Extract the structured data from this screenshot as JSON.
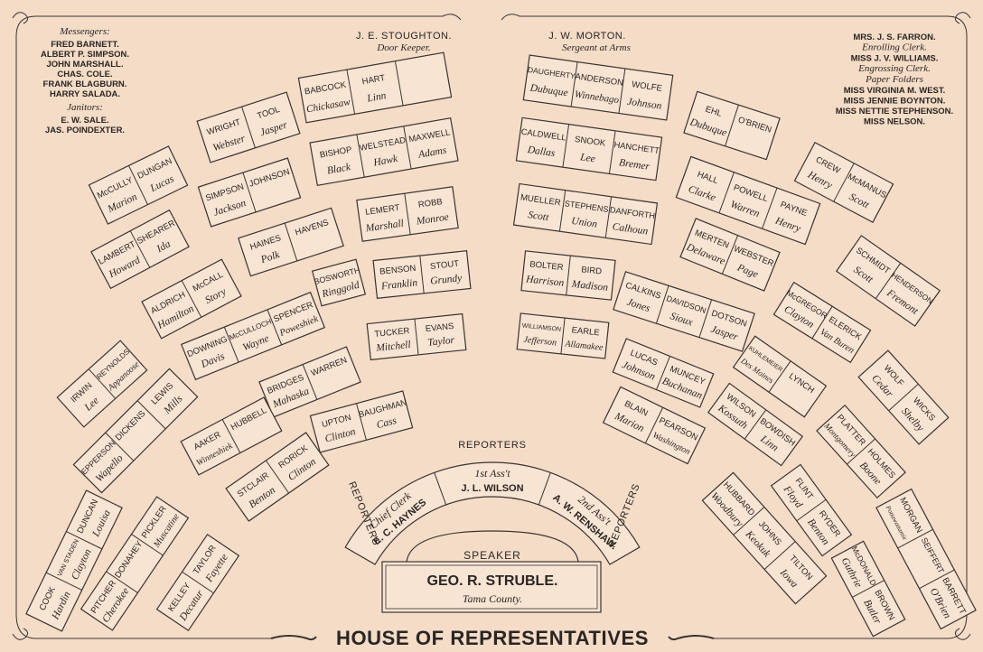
{
  "officers": {
    "doorkeeper": {
      "name": "J. E. STOUGHTON.",
      "title": "Door Keeper."
    },
    "sergeant": {
      "name": "J. W. MORTON.",
      "title": "Sergeant at Arms"
    }
  },
  "messengers": {
    "heading": "Messengers:",
    "names": [
      "FRED BARNETT.",
      "ALBERT P. SIMPSON.",
      "JOHN MARSHALL.",
      "CHAS. COLE.",
      "FRANK BLAGBURN.",
      "HARRY SALADA."
    ],
    "janitors_heading": "Janitors:",
    "janitors": [
      "E. W. SALE.",
      "JAS. POINDEXTER."
    ]
  },
  "clerks": {
    "lines": [
      {
        "text": "MRS. J. S. FARRON.",
        "style": "caps"
      },
      {
        "text": "Enrolling Clerk.",
        "style": "italic"
      },
      {
        "text": "MISS J. V. WILLIAMS.",
        "style": "caps"
      },
      {
        "text": "Engrossing Clerk.",
        "style": "italic"
      },
      {
        "text": "Paper Folders",
        "style": "italic"
      },
      {
        "text": "MISS VIRGINIA M. WEST.",
        "style": "caps"
      },
      {
        "text": "MISS JENNIE BOYNTON.",
        "style": "caps"
      },
      {
        "text": "MISS NETTIE STEPHENSON.",
        "style": "caps"
      },
      {
        "text": "MISS NELSON.",
        "style": "caps"
      }
    ]
  },
  "reporters": {
    "top": "REPORTERS",
    "left": "REPORTERS",
    "right": "REPORTERS"
  },
  "clerk_desk": [
    {
      "title": "Chief Clerk",
      "name": "E. C. HAYNES"
    },
    {
      "title": "1st Ass't",
      "name": "J. L. WILSON"
    },
    {
      "title": "2nd Ass't",
      "name": "A. W. RENSHAW."
    }
  ],
  "speaker": {
    "heading": "SPEAKER",
    "name": "GEO. R. STRUBLE.",
    "county": "Tama County."
  },
  "footer": {
    "title": "HOUSE OF REPRESENTATIVES"
  },
  "groups": [
    {
      "id": "g1",
      "seats": [
        {
          "name": "BABCOCK",
          "county": "Chickasaw"
        },
        {
          "name": "HART",
          "county": "Linn"
        },
        {
          "name": "",
          "county": ""
        }
      ]
    },
    {
      "id": "g2",
      "seats": [
        {
          "name": "WRIGHT",
          "county": "Webster"
        },
        {
          "name": "TOOL",
          "county": "Jasper"
        }
      ]
    },
    {
      "id": "g3",
      "seats": [
        {
          "name": "McCULLY",
          "county": "Marion"
        },
        {
          "name": "DUNGAN",
          "county": "Lucas"
        }
      ]
    },
    {
      "id": "g4",
      "seats": [
        {
          "name": "BISHOP",
          "county": "Black"
        },
        {
          "name": "WELSTEAD",
          "county": "Hawk"
        },
        {
          "name": "MAXWELL",
          "county": "Adams"
        }
      ]
    },
    {
      "id": "g5",
      "seats": [
        {
          "name": "SIMPSON",
          "county": "Jackson"
        },
        {
          "name": "JOHNSON",
          "county": ""
        }
      ]
    },
    {
      "id": "g6",
      "seats": [
        {
          "name": "LAMBERT",
          "county": "Howard"
        },
        {
          "name": "SHEARER",
          "county": "Ida"
        }
      ]
    },
    {
      "id": "g7",
      "seats": [
        {
          "name": "LEMERT",
          "county": "Marshall"
        },
        {
          "name": "ROBB",
          "county": "Monroe"
        }
      ]
    },
    {
      "id": "g8",
      "seats": [
        {
          "name": "HAINES",
          "county": "Polk"
        },
        {
          "name": "HAVENS",
          "county": ""
        }
      ]
    },
    {
      "id": "g9",
      "seats": [
        {
          "name": "ALDRICH",
          "county": "Hamilton"
        },
        {
          "name": "McCALL",
          "county": "Story"
        }
      ]
    },
    {
      "id": "g10",
      "seats": [
        {
          "name": "BOSWORTH",
          "county": "Ringgold"
        }
      ]
    },
    {
      "id": "g11",
      "seats": [
        {
          "name": "BENSON",
          "county": "Franklin"
        },
        {
          "name": "STOUT",
          "county": "Grundy"
        }
      ]
    },
    {
      "id": "g12",
      "seats": [
        {
          "name": "DOWNING",
          "county": "Davis"
        },
        {
          "name": "McCULLOCH",
          "county": "Wayne"
        },
        {
          "name": "SPENCER",
          "county": "Poweshiek"
        }
      ]
    },
    {
      "id": "g13",
      "seats": [
        {
          "name": "IRWIN",
          "county": "Lee"
        },
        {
          "name": "REYNOLDS",
          "county": "Appanoose"
        }
      ]
    },
    {
      "id": "g14",
      "seats": [
        {
          "name": "TUCKER",
          "county": "Mitchell"
        },
        {
          "name": "EVANS",
          "county": "Taylor"
        }
      ]
    },
    {
      "id": "g15",
      "seats": [
        {
          "name": "BRIDGES",
          "county": "Mahaska"
        },
        {
          "name": "WARREN",
          "county": ""
        }
      ]
    },
    {
      "id": "g16",
      "seats": [
        {
          "name": "EPPERSON",
          "county": "Wapello"
        },
        {
          "name": "DICKENS",
          "county": ""
        },
        {
          "name": "LEWIS",
          "county": "Mills"
        }
      ]
    },
    {
      "id": "g17",
      "seats": [
        {
          "name": "AAKER",
          "county": "Winneshiek"
        },
        {
          "name": "HUBBELL",
          "county": ""
        }
      ]
    },
    {
      "id": "g18",
      "seats": [
        {
          "name": "UPTON",
          "county": "Clinton"
        },
        {
          "name": "BAUGHMAN",
          "county": "Cass"
        }
      ]
    },
    {
      "id": "g19",
      "seats": [
        {
          "name": "STCLAIR",
          "county": "Benton"
        },
        {
          "name": "RORICK",
          "county": "Clinton"
        }
      ]
    },
    {
      "id": "g20",
      "seats": [
        {
          "name": "COOK",
          "county": "Hardin"
        },
        {
          "name": "VAN STADEN",
          "county": "Clayton"
        },
        {
          "name": "DUNCAN",
          "county": "Louisa"
        }
      ]
    },
    {
      "id": "g21",
      "seats": [
        {
          "name": "PITCHER",
          "county": "Cherokee"
        },
        {
          "name": "DONAHEY",
          "county": ""
        },
        {
          "name": "PICKLER",
          "county": "Muscatine"
        }
      ]
    },
    {
      "id": "g22",
      "seats": [
        {
          "name": "KELLEY",
          "county": "Decatur"
        },
        {
          "name": "TAYLOR",
          "county": "Fayette"
        }
      ]
    },
    {
      "id": "g23",
      "seats": [
        {
          "name": "DAUGHERTY",
          "county": "Dubuque"
        },
        {
          "name": "ANDERSON",
          "county": "Winnebago"
        },
        {
          "name": "WOLFE",
          "county": "Johnson"
        }
      ]
    },
    {
      "id": "g24",
      "seats": [
        {
          "name": "EHL",
          "county": "Dubuque"
        },
        {
          "name": "O'BRIEN",
          "county": ""
        }
      ]
    },
    {
      "id": "g25",
      "seats": [
        {
          "name": "CREW",
          "county": "Henry"
        },
        {
          "name": "McMANUS",
          "county": "Scott"
        }
      ]
    },
    {
      "id": "g26",
      "seats": [
        {
          "name": "CALDWELL",
          "county": "Dallas"
        },
        {
          "name": "SNOOK",
          "county": "Lee"
        },
        {
          "name": "HANCHETT",
          "county": "Bremer"
        }
      ]
    },
    {
      "id": "g27",
      "seats": [
        {
          "name": "HALL",
          "county": "Clarke"
        },
        {
          "name": "POWELL",
          "county": "Warren"
        },
        {
          "name": "PAYNE",
          "county": "Henry"
        }
      ]
    },
    {
      "id": "g28",
      "seats": [
        {
          "name": "MUELLER",
          "county": "Scott"
        },
        {
          "name": "STEPHENS",
          "county": "Union"
        },
        {
          "name": "DANFORTH",
          "county": "Calhoun"
        }
      ]
    },
    {
      "id": "g29",
      "seats": [
        {
          "name": "MERTEN",
          "county": "Delaware"
        },
        {
          "name": "WEBSTER",
          "county": "Page"
        }
      ]
    },
    {
      "id": "g30",
      "seats": [
        {
          "name": "SCHMIDT",
          "county": "Scott"
        },
        {
          "name": "HENDERSON",
          "county": "Fremont"
        }
      ]
    },
    {
      "id": "g31",
      "seats": [
        {
          "name": "BOLTER",
          "county": "Harrison"
        },
        {
          "name": "BIRD",
          "county": "Madison"
        }
      ]
    },
    {
      "id": "g32",
      "seats": [
        {
          "name": "CALKINS",
          "county": "Jones"
        },
        {
          "name": "DAVIDSON",
          "county": "Sioux"
        },
        {
          "name": "DOTSON",
          "county": "Jasper"
        }
      ]
    },
    {
      "id": "g33",
      "seats": [
        {
          "name": "McGREGOR",
          "county": "Clayton"
        },
        {
          "name": "ELERICK",
          "county": "Van Buren"
        }
      ]
    },
    {
      "id": "g34",
      "seats": [
        {
          "name": "WILLIAMSON",
          "county": "Jefferson"
        },
        {
          "name": "EARLE",
          "county": "Allamakee"
        }
      ]
    },
    {
      "id": "g35",
      "seats": [
        {
          "name": "LUCAS",
          "county": "Johnson"
        },
        {
          "name": "MUNCEY",
          "county": "Buchanan"
        }
      ]
    },
    {
      "id": "g36",
      "seats": [
        {
          "name": "KUHLEMEIER",
          "county": "Des Moines"
        },
        {
          "name": "LYNCH",
          "county": ""
        }
      ]
    },
    {
      "id": "g37",
      "seats": [
        {
          "name": "WOLF",
          "county": "Cedar"
        },
        {
          "name": "WICKS",
          "county": "Shelby"
        }
      ]
    },
    {
      "id": "g38",
      "seats": [
        {
          "name": "BLAIN",
          "county": "Marion"
        },
        {
          "name": "PEARSON",
          "county": "Washington"
        }
      ]
    },
    {
      "id": "g39",
      "seats": [
        {
          "name": "WILSON",
          "county": "Kossuth"
        },
        {
          "name": "BOWDISH",
          "county": "Linn"
        }
      ]
    },
    {
      "id": "g40",
      "seats": [
        {
          "name": "PLATTER",
          "county": "Montgomery"
        },
        {
          "name": "HOLMES",
          "county": "Boone"
        }
      ]
    },
    {
      "id": "g41",
      "seats": [
        {
          "name": "HUBBARD",
          "county": "Woodbury"
        },
        {
          "name": "JOHNS",
          "county": "Keokuk"
        },
        {
          "name": "TILTON",
          "county": "Iowa"
        }
      ]
    },
    {
      "id": "g42",
      "seats": [
        {
          "name": "FLINT",
          "county": "Floyd"
        },
        {
          "name": "RYDER",
          "county": "Benton"
        }
      ]
    },
    {
      "id": "g43",
      "seats": [
        {
          "name": "MORGAN",
          "county": "Pottawattamie"
        },
        {
          "name": "SEIFFERT",
          "county": ""
        },
        {
          "name": "BARRETT",
          "county": "O'Brien"
        }
      ]
    },
    {
      "id": "g44",
      "seats": [
        {
          "name": "McDONALD",
          "county": "Guthrie"
        },
        {
          "name": "BROWN",
          "county": "Butler"
        }
      ]
    }
  ]
}
